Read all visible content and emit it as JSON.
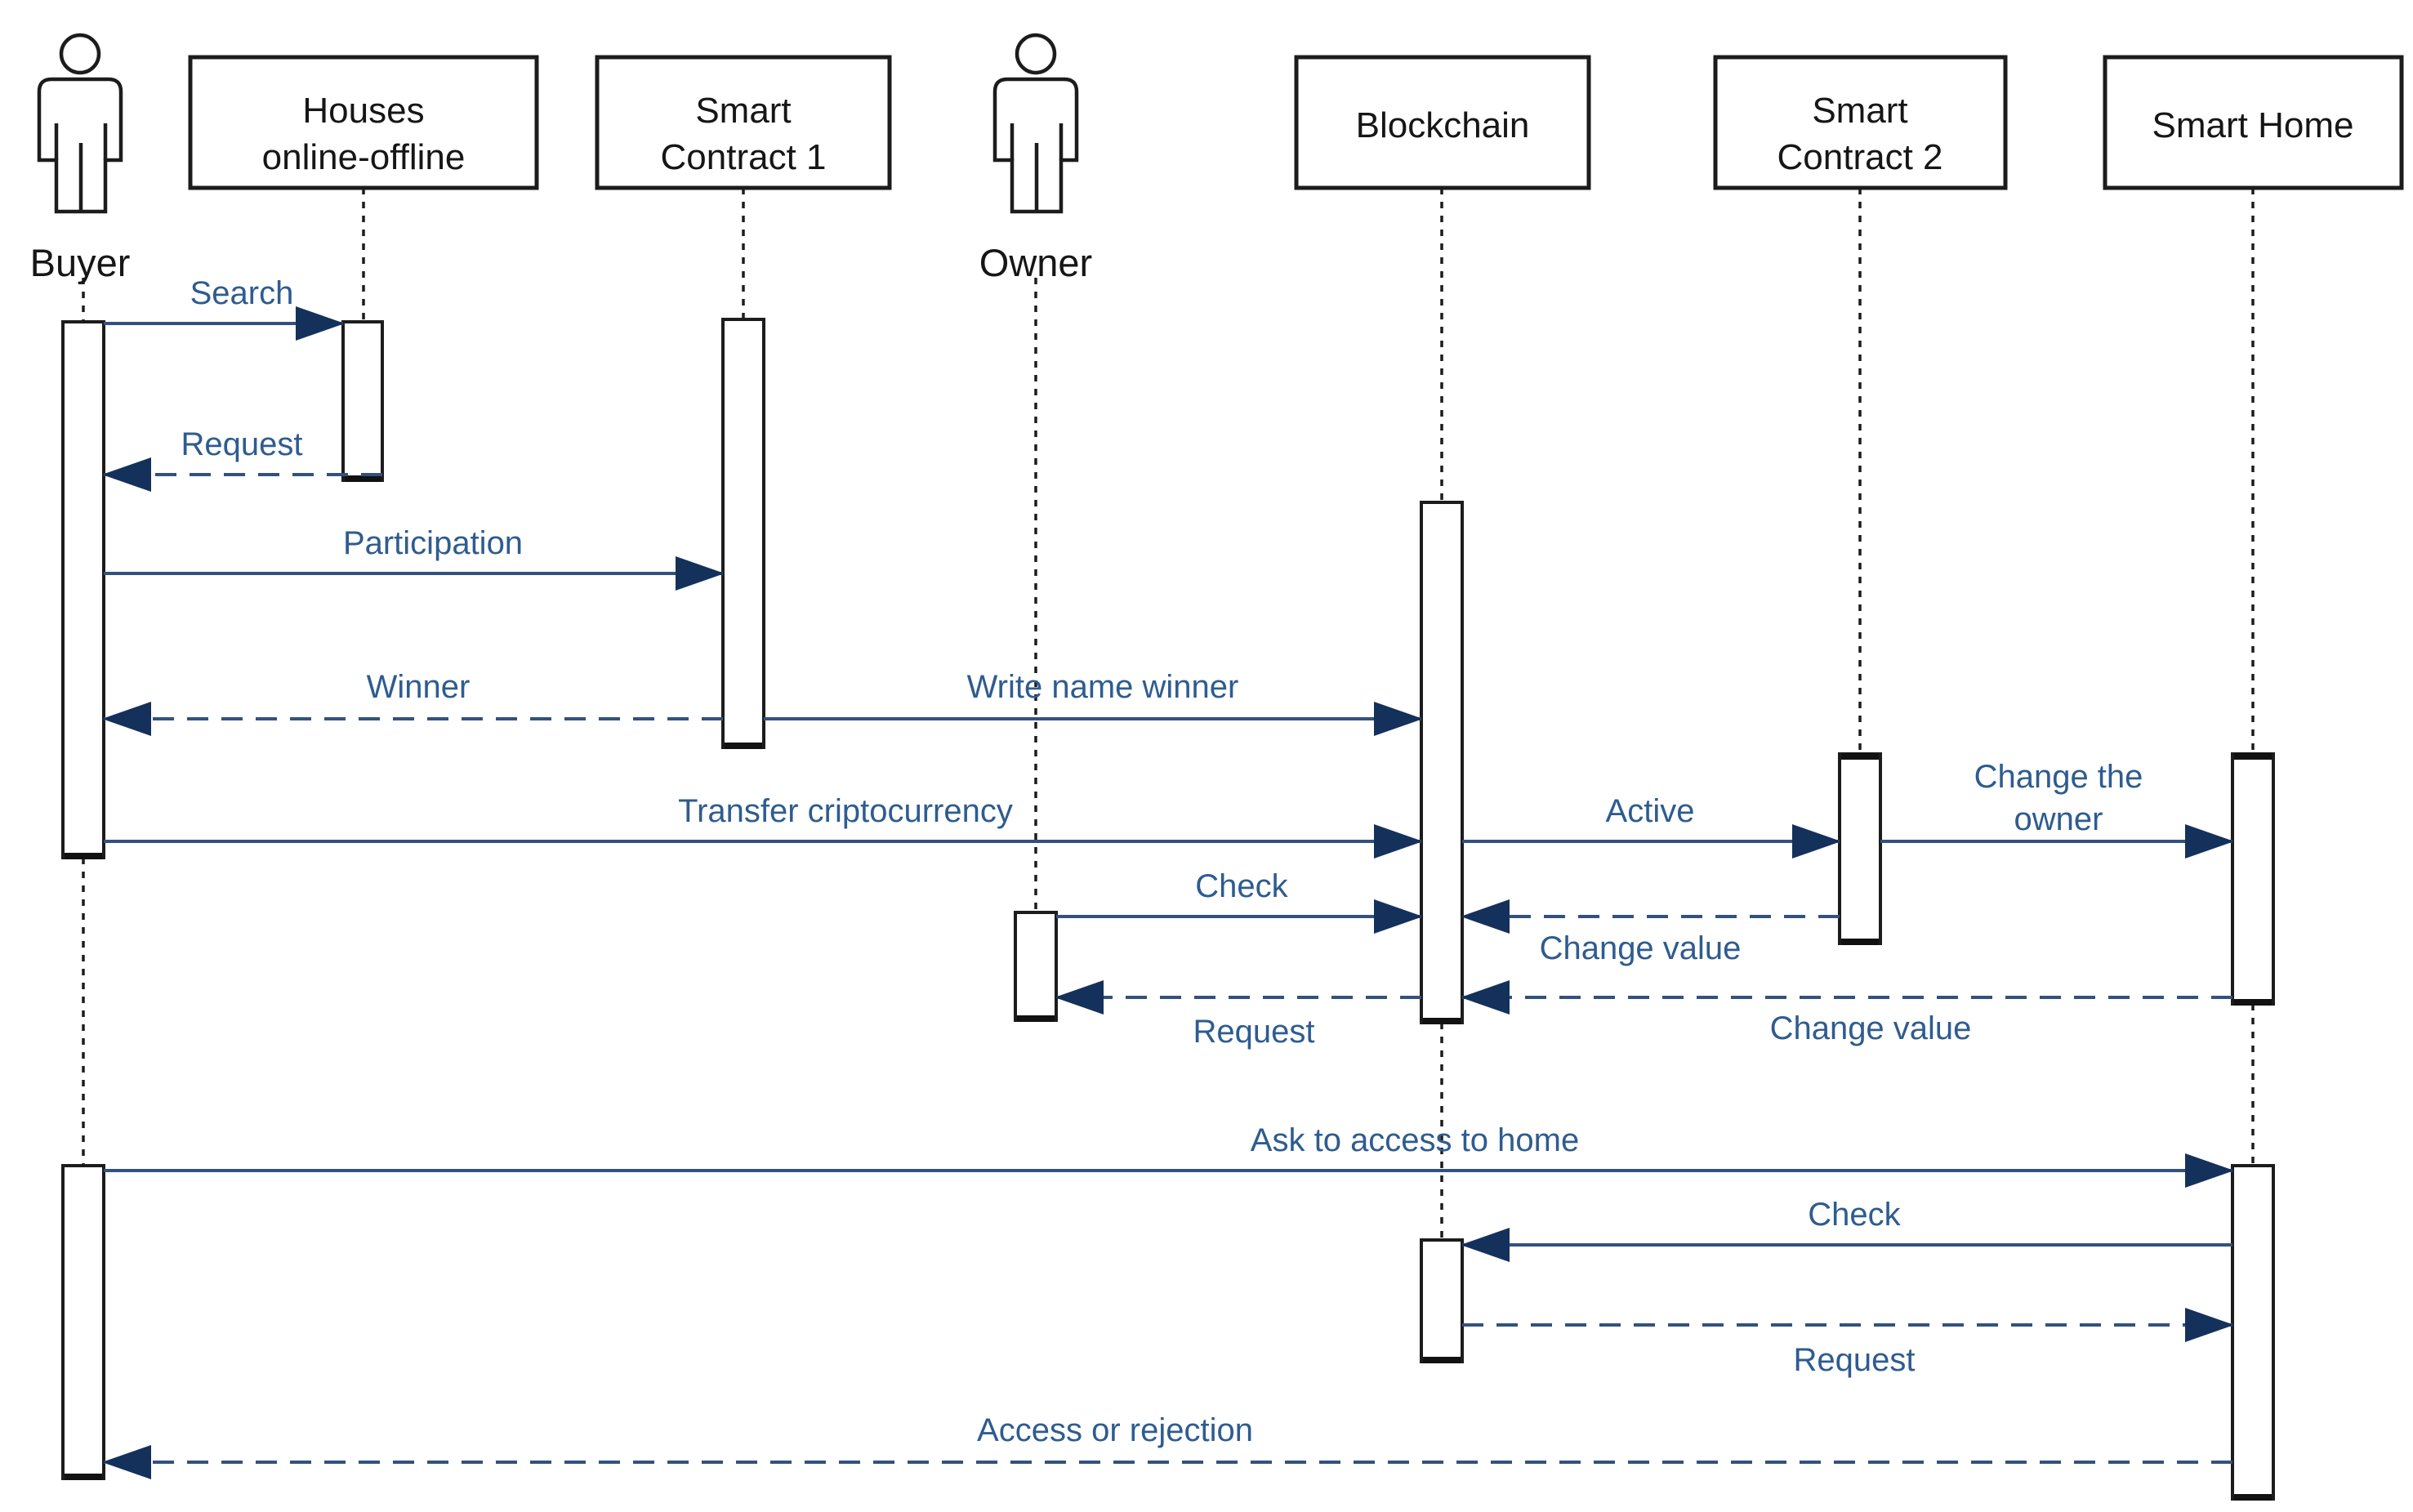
{
  "diagram": {
    "title": "Smart home purchase sequence diagram",
    "colors": {
      "message_text": "#2e5c8f",
      "message_line": "#33517e",
      "arrowhead": "#14315c",
      "shape_stroke": "#1c1c1c",
      "background": "#ffffff"
    },
    "participants": {
      "buyer": {
        "label": "Buyer",
        "type": "actor"
      },
      "houses": {
        "line1": "Houses",
        "line2": "online-offline",
        "type": "box"
      },
      "sc1": {
        "line1": "Smart",
        "line2": "Contract 1",
        "type": "box"
      },
      "owner": {
        "label": "Owner",
        "type": "actor"
      },
      "blockchain": {
        "label": "Blockchain",
        "type": "box"
      },
      "sc2": {
        "line1": "Smart",
        "line2": "Contract 2",
        "type": "box"
      },
      "smarthome": {
        "label": "Smart Home",
        "type": "box"
      }
    },
    "messages": {
      "search": {
        "label": "Search",
        "kind": "solid",
        "from": "Buyer",
        "to": "Houses online-offline"
      },
      "request1": {
        "label": "Request",
        "kind": "dashed",
        "from": "Houses online-offline",
        "to": "Buyer"
      },
      "participation": {
        "label": "Participation",
        "kind": "solid",
        "from": "Buyer",
        "to": "Smart Contract 1"
      },
      "winner": {
        "label": "Winner",
        "kind": "dashed",
        "from": "Smart Contract 1",
        "to": "Buyer"
      },
      "write_name_winner": {
        "label": "Write name winner",
        "kind": "solid",
        "from": "Smart Contract 1",
        "to": "Blockchain"
      },
      "transfer": {
        "label": "Transfer criptocurrency",
        "kind": "solid",
        "from": "Buyer",
        "to": "Blockchain"
      },
      "active": {
        "label": "Active",
        "kind": "solid",
        "from": "Blockchain",
        "to": "Smart Contract 2"
      },
      "change_owner": {
        "line1": "Change the",
        "line2": "owner",
        "kind": "solid",
        "from": "Smart Contract 2",
        "to": "Smart Home"
      },
      "check1": {
        "label": "Check",
        "kind": "solid",
        "from": "Owner",
        "to": "Blockchain"
      },
      "change_value1": {
        "label": "Change value",
        "kind": "dashed",
        "from": "Smart Contract 2",
        "to": "Blockchain"
      },
      "request2": {
        "label": "Request",
        "kind": "dashed",
        "from": "Blockchain",
        "to": "Owner"
      },
      "change_value2": {
        "label": "Change value",
        "kind": "dashed",
        "from": "Smart Home",
        "to": "Blockchain"
      },
      "ask_access": {
        "label": "Ask to access to home",
        "kind": "solid",
        "from": "Buyer",
        "to": "Smart Home"
      },
      "check2": {
        "label": "Check",
        "kind": "solid",
        "from": "Smart Home",
        "to": "Blockchain"
      },
      "request3": {
        "label": "Request",
        "kind": "dashed",
        "from": "Blockchain",
        "to": "Smart Home"
      },
      "access_rejection": {
        "label": "Access or rejection",
        "kind": "dashed",
        "from": "Smart Home",
        "to": "Buyer"
      }
    }
  }
}
